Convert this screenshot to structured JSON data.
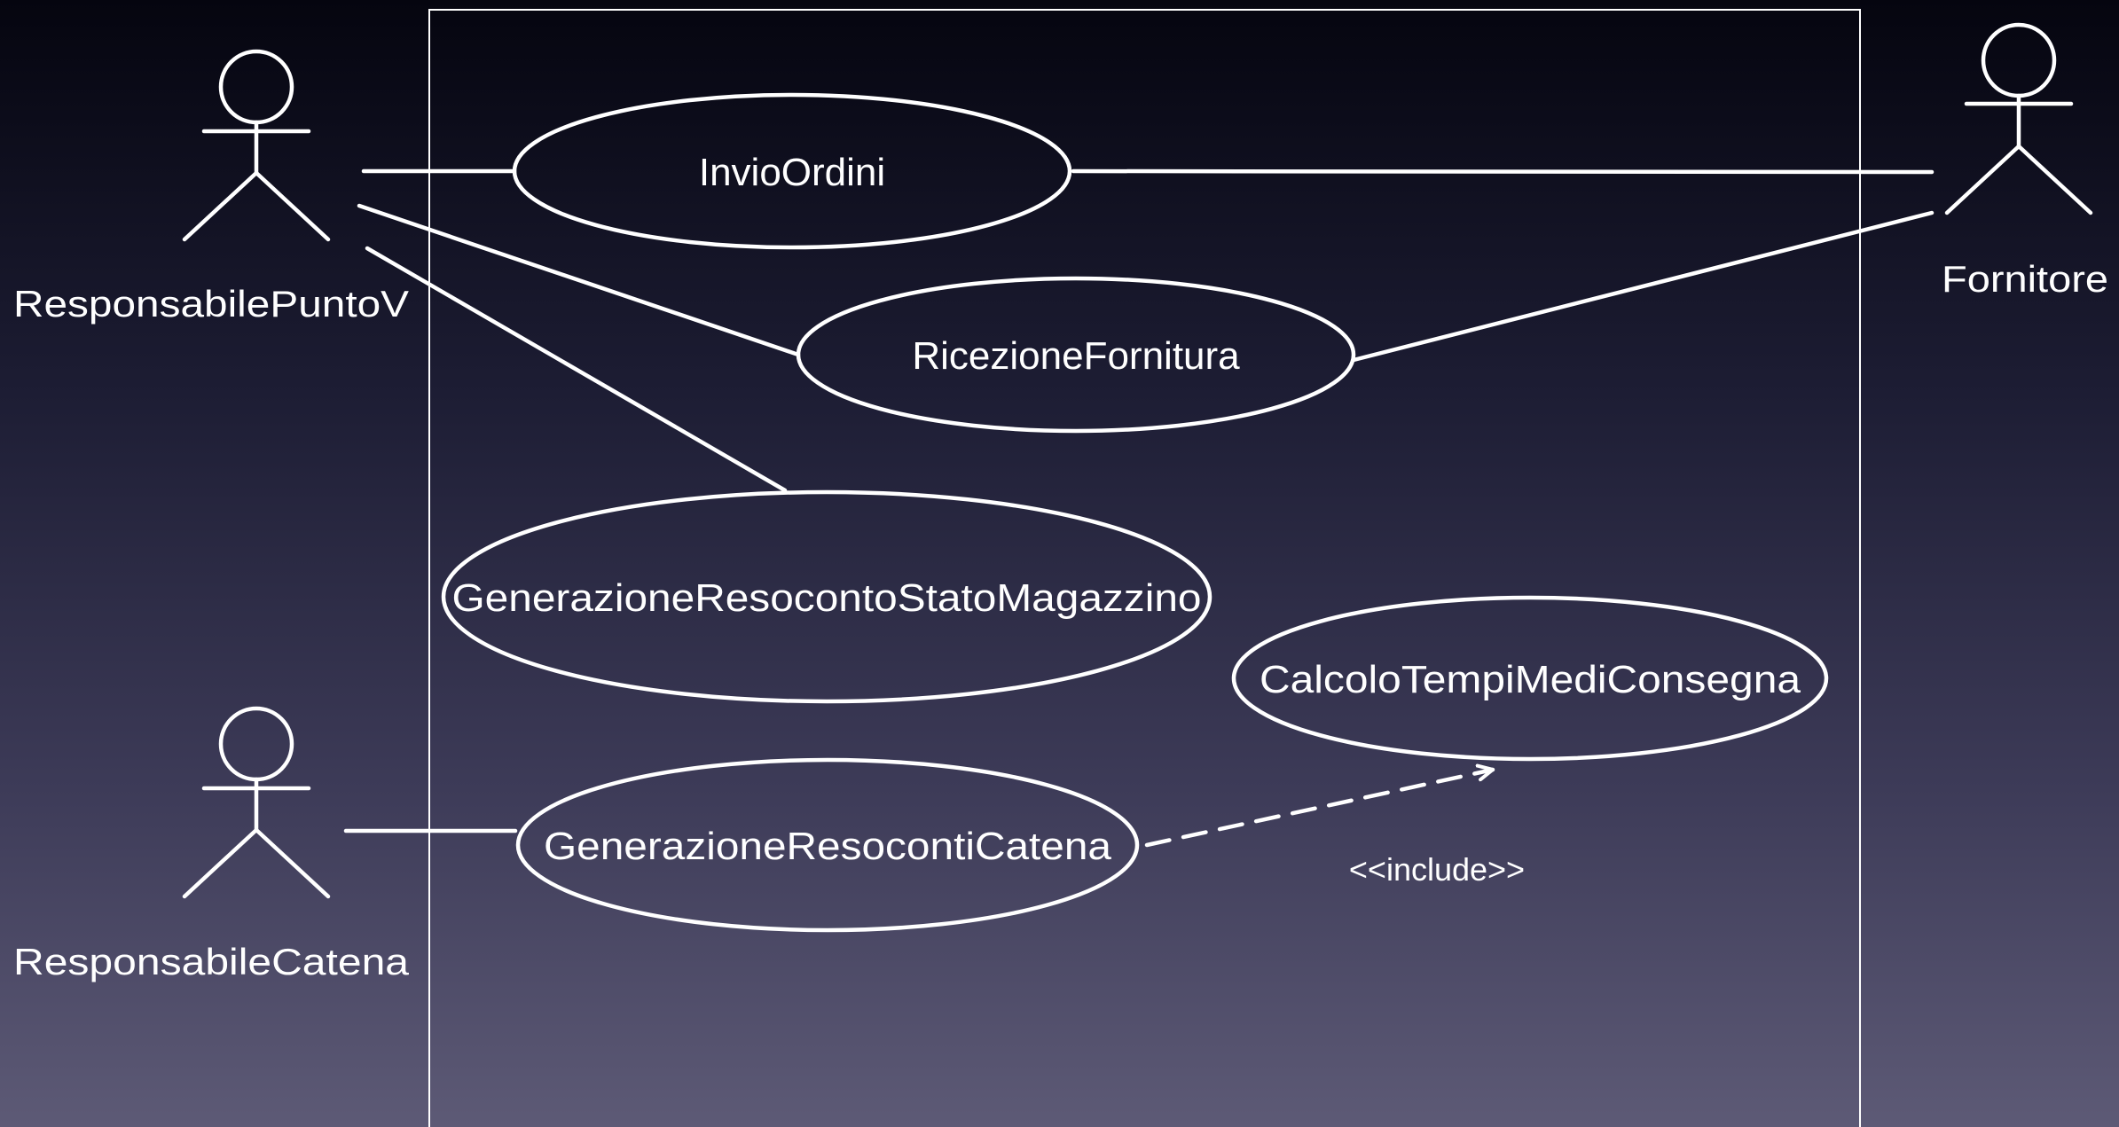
{
  "diagram": {
    "type": "uml-use-case",
    "actors": [
      {
        "id": "rpv",
        "label": "ResponsabilePuntoV"
      },
      {
        "id": "forn",
        "label": "Fornitore"
      },
      {
        "id": "rc",
        "label": "ResponsabileCatena"
      }
    ],
    "use_cases": [
      {
        "id": "invio",
        "label": "InvioOrdini"
      },
      {
        "id": "ricezione",
        "label": "RicezioneFornitura"
      },
      {
        "id": "magazzino",
        "label": "GenerazioneResocontoStatoMagazzino"
      },
      {
        "id": "calcolo",
        "label": "CalcoloTempiMediConsegna"
      },
      {
        "id": "catena",
        "label": "GenerazioneResocontiCatena"
      }
    ],
    "associations": [
      {
        "from": "rpv",
        "to": "invio"
      },
      {
        "from": "rpv",
        "to": "ricezione"
      },
      {
        "from": "rpv",
        "to": "magazzino"
      },
      {
        "from": "forn",
        "to": "invio"
      },
      {
        "from": "forn",
        "to": "ricezione"
      },
      {
        "from": "rc",
        "to": "catena"
      }
    ],
    "dependencies": [
      {
        "from": "catena",
        "to": "calcolo",
        "label": "<<include>>"
      }
    ]
  }
}
